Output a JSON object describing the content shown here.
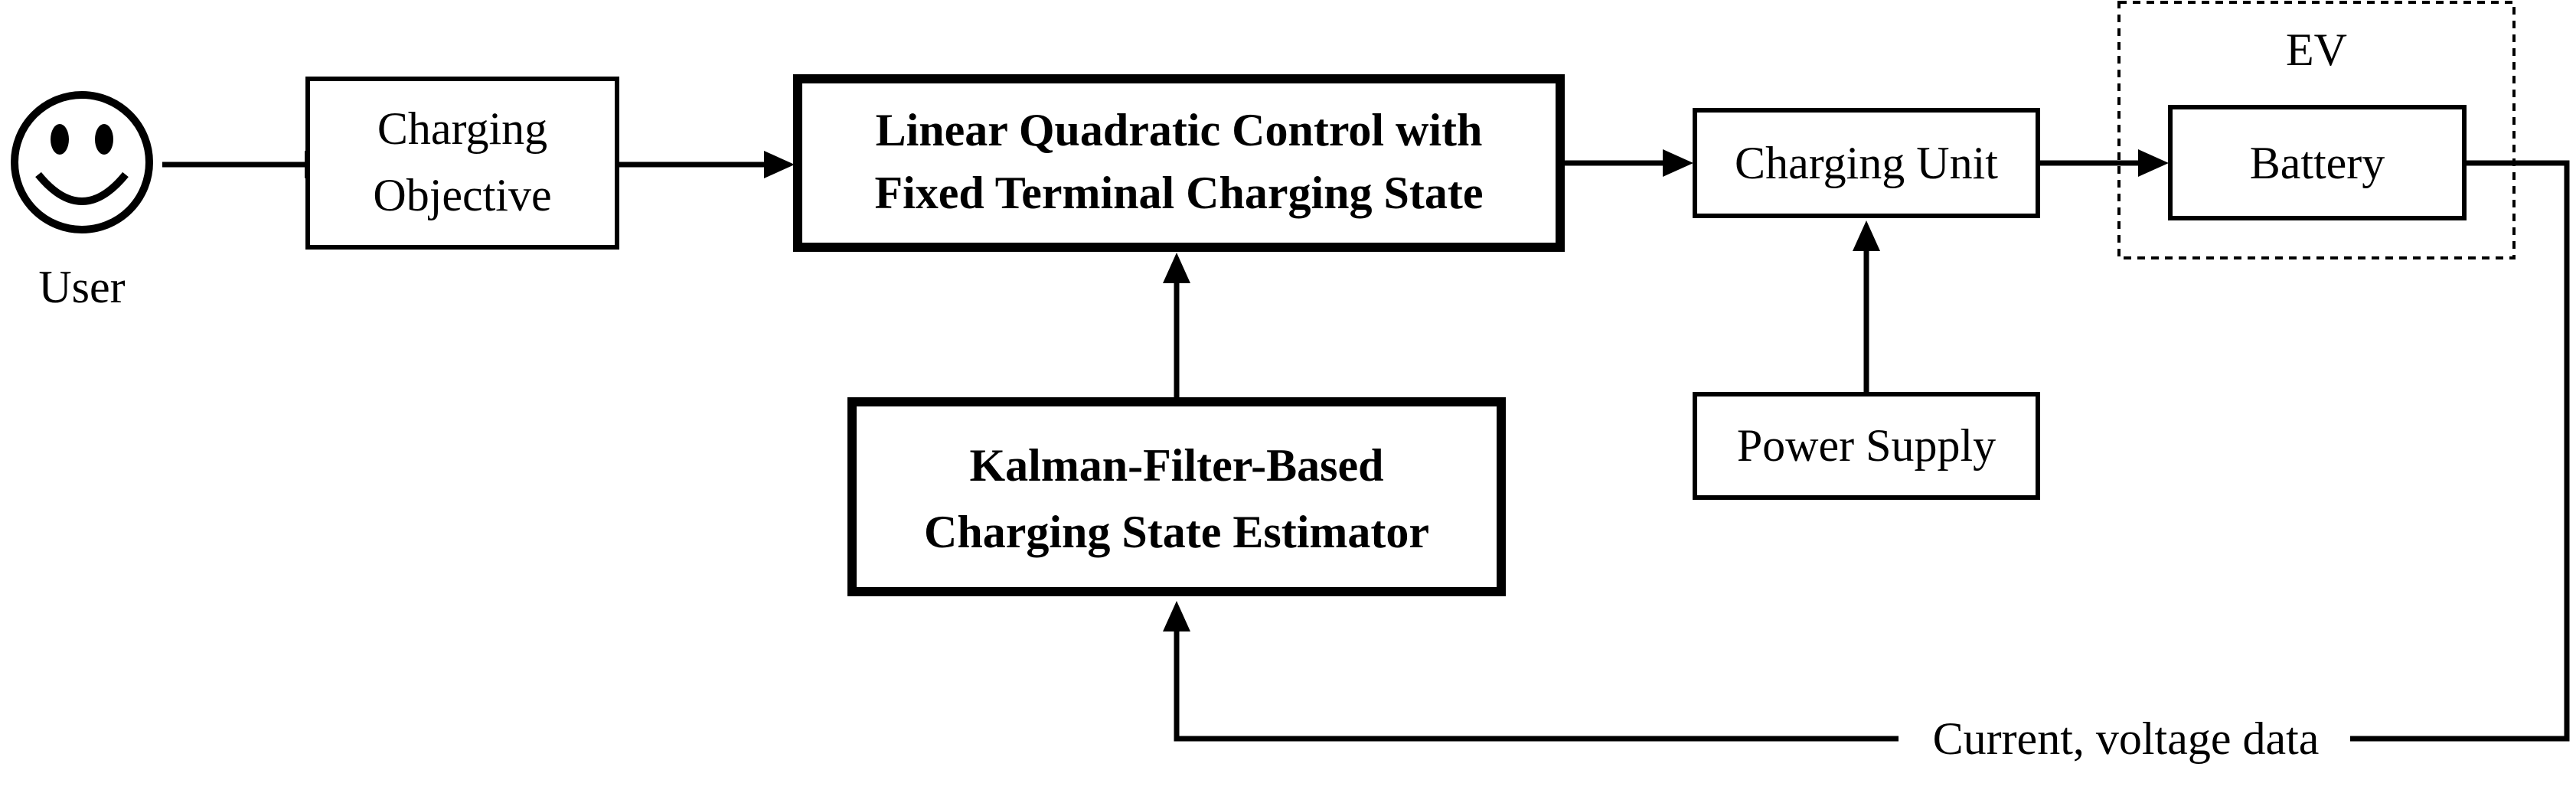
{
  "diagram": {
    "user": {
      "label": "User"
    },
    "charging_objective": {
      "lines": [
        "Charging",
        "Objective"
      ]
    },
    "lqc": {
      "lines": [
        "Linear Quadratic Control with",
        "Fixed Terminal Charging State"
      ]
    },
    "kalman": {
      "lines": [
        "Kalman-Filter-Based",
        "Charging State Estimator"
      ]
    },
    "charging_unit": {
      "label": "Charging Unit"
    },
    "power_supply": {
      "label": "Power Supply"
    },
    "ev": {
      "label": "EV"
    },
    "battery": {
      "label": "Battery"
    },
    "feedback": {
      "label": "Current, voltage data"
    }
  }
}
